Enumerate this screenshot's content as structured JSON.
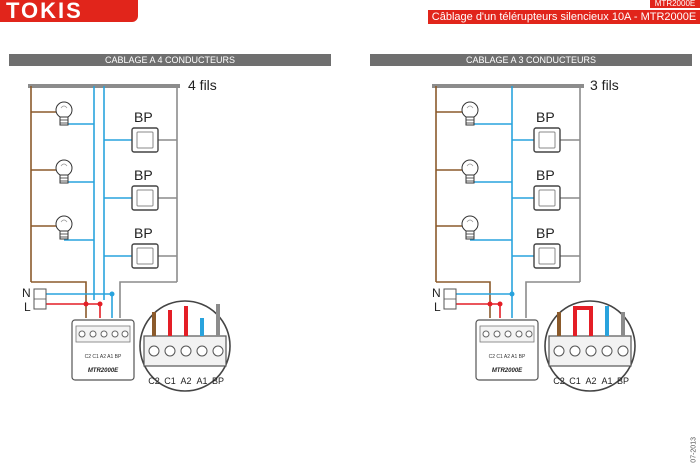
{
  "header": {
    "brand": "TOKIS",
    "model_top": "MTR2000E",
    "subtitle": "Câblage d'un télérupteurs silencieux 10A - MTR2000E"
  },
  "panels": [
    {
      "title": "CABLAGE A 4 CONDUCTEURS",
      "bus_label": "4 fils",
      "bp_labels": [
        "BP",
        "BP",
        "BP"
      ],
      "supply": {
        "n": "N",
        "l": "L"
      },
      "module_name": "MTR2000E",
      "module_terminals": "C2 C1 A2 A1 BP",
      "zoom_terminals": [
        "C2",
        "C1",
        "A2",
        "A1",
        "BP"
      ]
    },
    {
      "title": "CABLAGE A 3 CONDUCTEURS",
      "bus_label": "3 fils",
      "bp_labels": [
        "BP",
        "BP",
        "BP"
      ],
      "supply": {
        "n": "N",
        "l": "L"
      },
      "module_name": "MTR2000E",
      "module_terminals": "C2 C1 A2 A1 BP",
      "zoom_terminals": [
        "C2",
        "C1",
        "A2",
        "A1",
        "BP"
      ]
    }
  ],
  "footer": {
    "date_code": "07-2013"
  },
  "colors": {
    "brand_red": "#e1251b",
    "wire_brown": "#8b5a2b",
    "wire_blue": "#29a3dd",
    "wire_red": "#e41e26",
    "wire_grey": "#8c8c8c",
    "header_grey": "#6f6f6f"
  }
}
